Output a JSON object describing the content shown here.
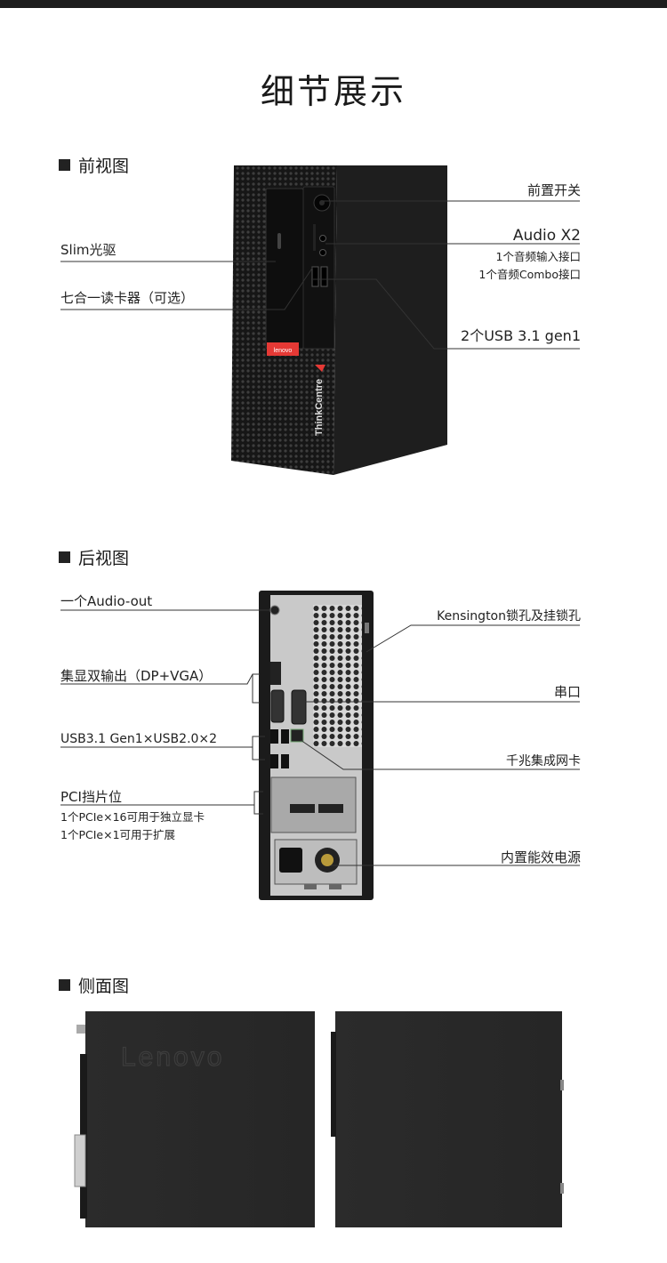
{
  "page": {
    "title": "细节展示"
  },
  "front": {
    "section_title": "前视图",
    "labels": {
      "power": "前置开关",
      "audio_title": "Audio X2",
      "audio_in": "1个音频输入接口",
      "audio_combo": "1个音频Combo接口",
      "usb": "2个USB 3.1 gen1",
      "slim_drive": "Slim光驱",
      "card_reader": "七合一读卡器（可选）"
    },
    "logo_badge": "lenovo",
    "brand_vertical": "ThinkCentre"
  },
  "rear": {
    "section_title": "后视图",
    "labels": {
      "audio_out": "一个Audio-out",
      "display": "集显双输出（DP+VGA）",
      "usb": "USB3.1 Gen1×USB2.0×2",
      "pci_title": "PCI挡片位",
      "pci_x16": "1个PCIe×16可用于独立显卡",
      "pci_x1": "1个PCIe×1可用于扩展",
      "kensington": "Kensington锁孔及挂锁孔",
      "serial": "串口",
      "lan": "千兆集成网卡",
      "psu": "内置能效电源"
    }
  },
  "side": {
    "section_title": "侧面图",
    "embossed_logo": "Lenovo"
  }
}
